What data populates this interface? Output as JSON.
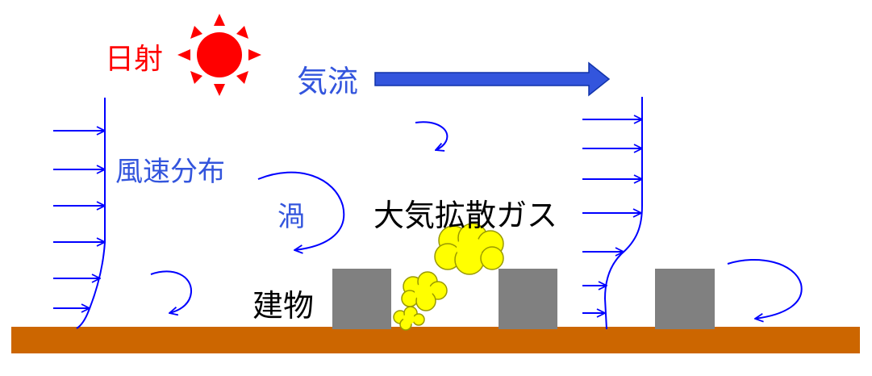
{
  "labels": {
    "solar_radiation": "日射",
    "airflow": "気流",
    "wind_speed_distribution": "風速分布",
    "vortex": "渦",
    "diffusing_gas": "大気拡散ガス",
    "buildings": "建物"
  },
  "colors": {
    "sun": "#ff0000",
    "solar_label": "#ff0000",
    "flow": "#0000ff",
    "airflow_arrow": "#3355dd",
    "building": "#808080",
    "ground": "#cc6600",
    "gas_fill": "#ffff00",
    "gas_stroke": "#999900",
    "text_dark": "#000000"
  }
}
